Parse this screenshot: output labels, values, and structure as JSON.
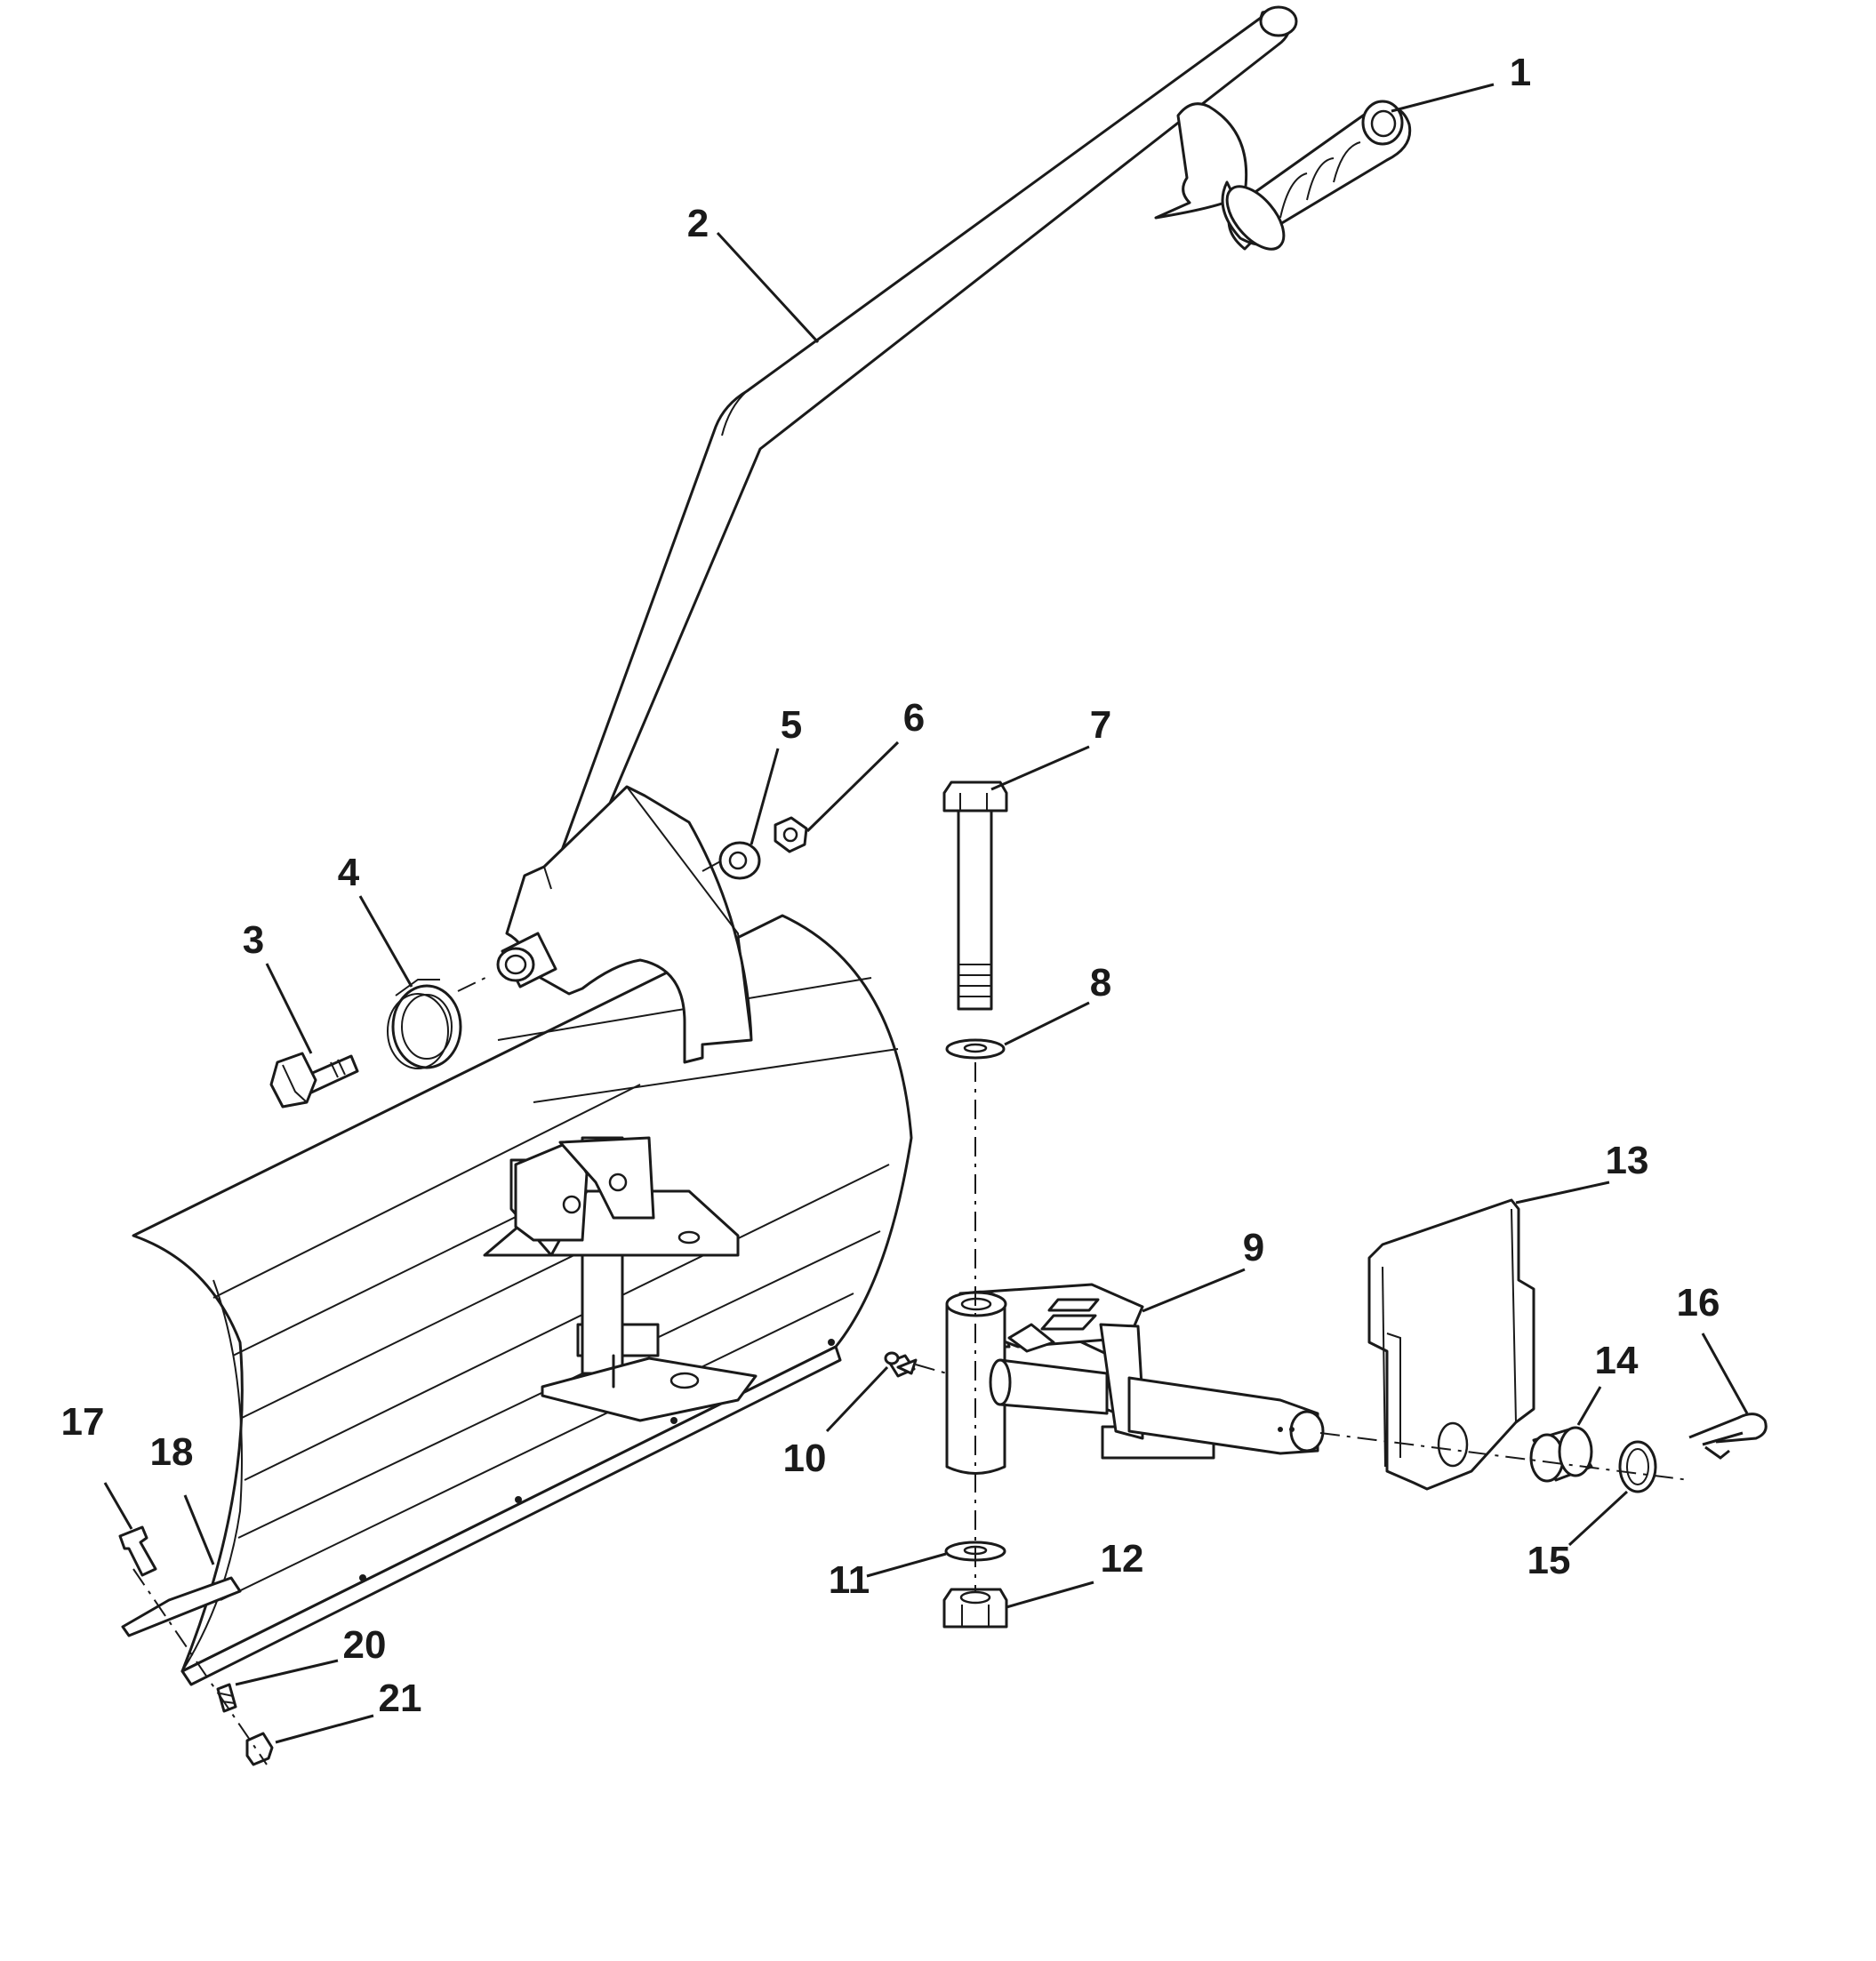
{
  "callouts": [
    "1",
    "2",
    "3",
    "4",
    "5",
    "6",
    "7",
    "8",
    "9",
    "10",
    "11",
    "12",
    "13",
    "14",
    "15",
    "16",
    "17",
    "18",
    "20",
    "21"
  ],
  "colors": {
    "line": "#1a1a1a",
    "background": "#ffffff"
  }
}
